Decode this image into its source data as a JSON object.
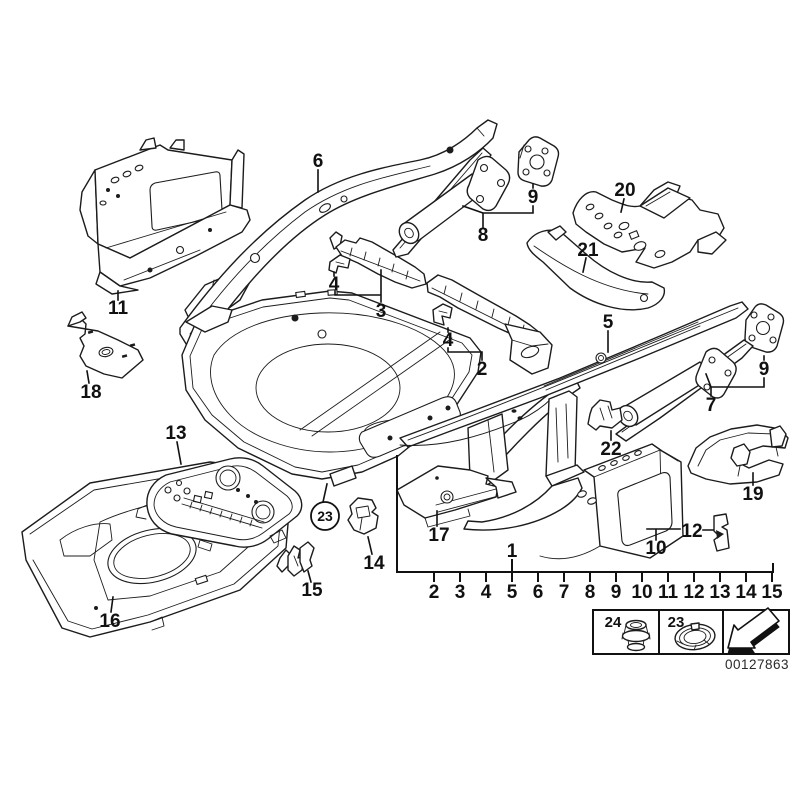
{
  "diagram": {
    "doc_number": "00127863",
    "callouts": {
      "n1": "1",
      "n2": "2",
      "n3": "3",
      "n4a": "4",
      "n4b": "4",
      "n5": "5",
      "n6": "6",
      "n7": "7",
      "n8": "8",
      "n9a": "9",
      "n9b": "9",
      "n10": "10",
      "n11": "11",
      "n12": "12",
      "n13": "13",
      "n14": "14",
      "n15": "15",
      "n16": "16",
      "n17": "17",
      "n18": "18",
      "n19": "19",
      "n20": "20",
      "n21": "21",
      "n22": "22",
      "n23": "23"
    },
    "index_strip": {
      "assembly": "1",
      "items": [
        "2",
        "3",
        "4",
        "5",
        "6",
        "7",
        "8",
        "9",
        "10",
        "11",
        "12",
        "13",
        "14",
        "15"
      ]
    },
    "legend": {
      "rivet_label": "24",
      "grommet_label": "23"
    }
  }
}
